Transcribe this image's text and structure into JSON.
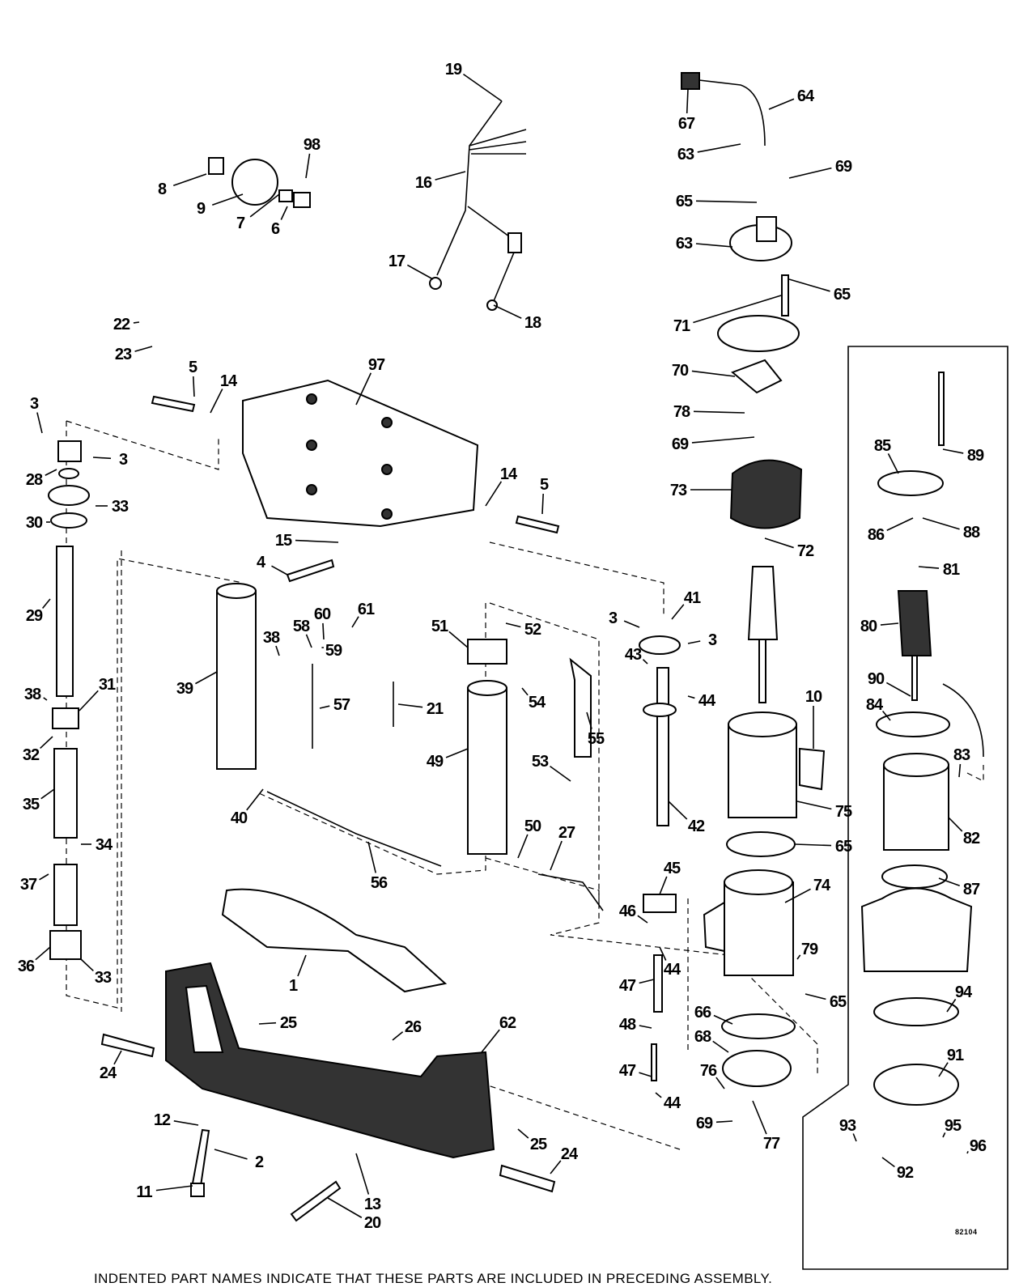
{
  "diagram": {
    "figure_number": "82104",
    "note": "INDENTED PART NAMES INDICATE THAT THESE PARTS ARE INCLUDED IN PRECEDING ASSEMBLY.",
    "callouts": [
      "19",
      "98",
      "8",
      "9",
      "7",
      "6",
      "16",
      "17",
      "18",
      "67",
      "64",
      "63",
      "69",
      "65",
      "63",
      "65",
      "71",
      "70",
      "78",
      "69",
      "73",
      "72",
      "22",
      "23",
      "97",
      "5",
      "14",
      "3",
      "3",
      "28",
      "33",
      "30",
      "14",
      "5",
      "15",
      "4",
      "29",
      "41",
      "3",
      "3",
      "38",
      "58",
      "60",
      "61",
      "59",
      "52",
      "51",
      "43",
      "44",
      "39",
      "57",
      "21",
      "54",
      "55",
      "10",
      "85",
      "89",
      "86",
      "88",
      "81",
      "80",
      "90",
      "84",
      "83",
      "82",
      "87",
      "94",
      "91",
      "93",
      "95",
      "96",
      "92",
      "38",
      "31",
      "32",
      "35",
      "34",
      "37",
      "36",
      "33",
      "40",
      "49",
      "53",
      "42",
      "75",
      "65",
      "50",
      "27",
      "56",
      "45",
      "46",
      "74",
      "44",
      "79",
      "1",
      "47",
      "48",
      "65",
      "66",
      "68",
      "25",
      "26",
      "62",
      "24",
      "47",
      "76",
      "44",
      "69",
      "77",
      "12",
      "2",
      "25",
      "24",
      "11",
      "13",
      "20"
    ]
  }
}
